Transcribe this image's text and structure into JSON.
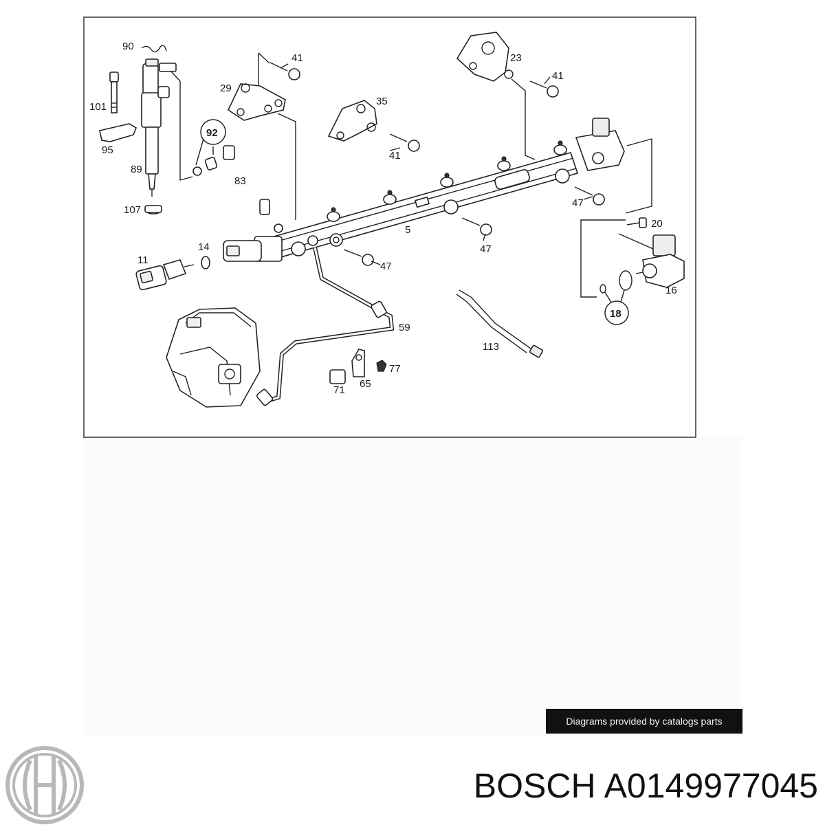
{
  "diagram": {
    "callouts": [
      {
        "id": "c90",
        "text": "90"
      },
      {
        "id": "c41a",
        "text": "41"
      },
      {
        "id": "c23",
        "text": "23"
      },
      {
        "id": "c41b",
        "text": "41"
      },
      {
        "id": "c29",
        "text": "29"
      },
      {
        "id": "c35",
        "text": "35"
      },
      {
        "id": "c101",
        "text": "101"
      },
      {
        "id": "c92",
        "text": "92"
      },
      {
        "id": "c41c",
        "text": "41"
      },
      {
        "id": "c95",
        "text": "95"
      },
      {
        "id": "c89",
        "text": "89"
      },
      {
        "id": "c83",
        "text": "83"
      },
      {
        "id": "c47a",
        "text": "47"
      },
      {
        "id": "c107",
        "text": "107"
      },
      {
        "id": "c5",
        "text": "5"
      },
      {
        "id": "c20",
        "text": "20"
      },
      {
        "id": "c14",
        "text": "14"
      },
      {
        "id": "c47b",
        "text": "47"
      },
      {
        "id": "c11",
        "text": "11"
      },
      {
        "id": "c47c",
        "text": "47"
      },
      {
        "id": "c16",
        "text": "16"
      },
      {
        "id": "c18",
        "text": "18"
      },
      {
        "id": "c59",
        "text": "59"
      },
      {
        "id": "c113",
        "text": "113"
      },
      {
        "id": "c77",
        "text": "77"
      },
      {
        "id": "c65",
        "text": "65"
      },
      {
        "id": "c71",
        "text": "71"
      }
    ]
  },
  "credit": {
    "text": "Diagrams provided by catalogs parts"
  },
  "logo": {
    "name": "bosch-logo-icon"
  },
  "footer": {
    "brand": "BOSCH",
    "part_number": "A0149977045"
  }
}
